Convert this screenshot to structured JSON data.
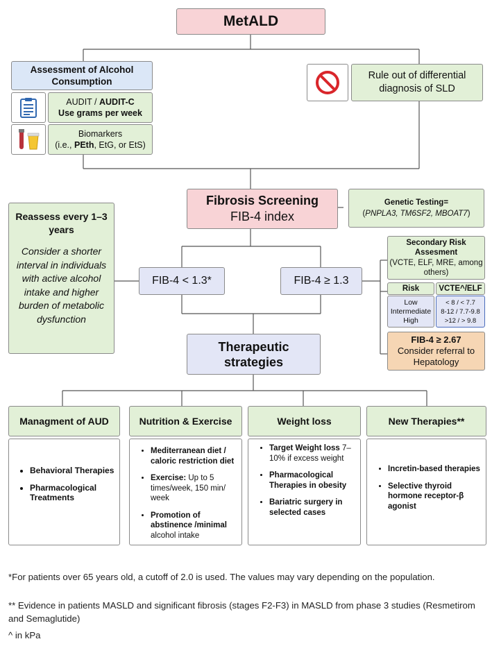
{
  "top_title": "MetALD",
  "assessment": {
    "title": "Assessment of Alcohol Consumption",
    "audit_line1": "AUDIT / ",
    "audit_bold": "AUDIT-C",
    "audit_line2": "Use grams per week",
    "biomarkers_line1": "Biomarkers",
    "biomarkers_pre": "(i.e., ",
    "biomarkers_bold": "PEth",
    "biomarkers_post": ", EtG, or EtS)",
    "clipboard_icon": "clipboard-icon",
    "tube_icon": "test-tube-icon"
  },
  "ruleout": {
    "text": "Rule out of differential diagnosis of SLD",
    "icon": "prohibited-icon"
  },
  "fibrosis": {
    "title": "Fibrosis Screening",
    "subtitle": "FIB-4 index"
  },
  "genetic": {
    "title": "Genetic Testing=",
    "genes": "(PNPLA3, TM6SF2, MBOAT7)",
    "genes_open": "(",
    "genes_italic": "PNPLA3, TM6SF2, MBOAT7",
    "genes_close": ")"
  },
  "reassess": {
    "title": "Reassess every 1–3 years",
    "body": "Consider a shorter interval in individuals with active alcohol intake and higher burden of metabolic dysfunction"
  },
  "fib_low": "FIB-4 < 1.3*",
  "fib_high": "FIB-4 ≥ 1.3",
  "secondary": {
    "title": "Secondary Risk Assesment",
    "body": "(VCTE, ELF, MRE, among others)"
  },
  "risk_table": {
    "col1": "Risk",
    "col2": "VCTE^/ELF",
    "rows": [
      {
        "risk": "Low",
        "value": "< 8 / < 7.7"
      },
      {
        "risk": "Intermediate",
        "value": "8-12 / 7.7-9.8"
      },
      {
        "risk": "High",
        "value": ">12 /  > 9.8"
      }
    ]
  },
  "referral": {
    "title": "FIB-4 ≥ 2.67",
    "body": "Consider referral to Hepatology"
  },
  "therapeutic": "Therapeutic strategies",
  "columns": [
    {
      "header": "Managment of AUD",
      "items": [
        {
          "bold": "Behavioral Therapies",
          "rest": ""
        },
        {
          "bold": "Pharmacological Treatments",
          "rest": ""
        }
      ]
    },
    {
      "header": "Nutrition & Exercise",
      "items": [
        {
          "bold": "Mediterranean diet / caloric restriction diet",
          "rest": ""
        },
        {
          "bold": "Exercise:",
          "rest": " Up to 5 times/week, 150 min/ week"
        },
        {
          "bold": "Promotion of abstinence /minimal",
          "rest": " alcohol intake"
        }
      ]
    },
    {
      "header": "Weight loss",
      "items": [
        {
          "bold": "Target Weight loss",
          "rest": " 7–10% if excess weight"
        },
        {
          "bold": "Pharmacological Therapies in obesity",
          "rest": ""
        },
        {
          "bold": "Bariatric surgery in selected cases",
          "rest": ""
        }
      ]
    },
    {
      "header": "New Therapies**",
      "items": [
        {
          "bold": "Incretin-based therapies",
          "rest": ""
        },
        {
          "bold": "Selective thyroid hormone receptor-β agonist",
          "rest": ""
        }
      ]
    }
  ],
  "footnotes": [
    "*For patients over 65 years old, a cutoff of 2.0 is used. The values may vary depending on the population.",
    "** Evidence in patients MASLD and significant fibrosis (stages F2-F3) in MASLD from phase 3  studies (Resmetirom and Semaglutide)",
    "^ in kPa"
  ],
  "colors": {
    "pink": "#f8d3d6",
    "blue": "#dbe7f7",
    "green": "#e2f0d7",
    "lavender": "#e3e6f6",
    "tan": "#f6d6b4",
    "prohibited": "#d9262b"
  }
}
